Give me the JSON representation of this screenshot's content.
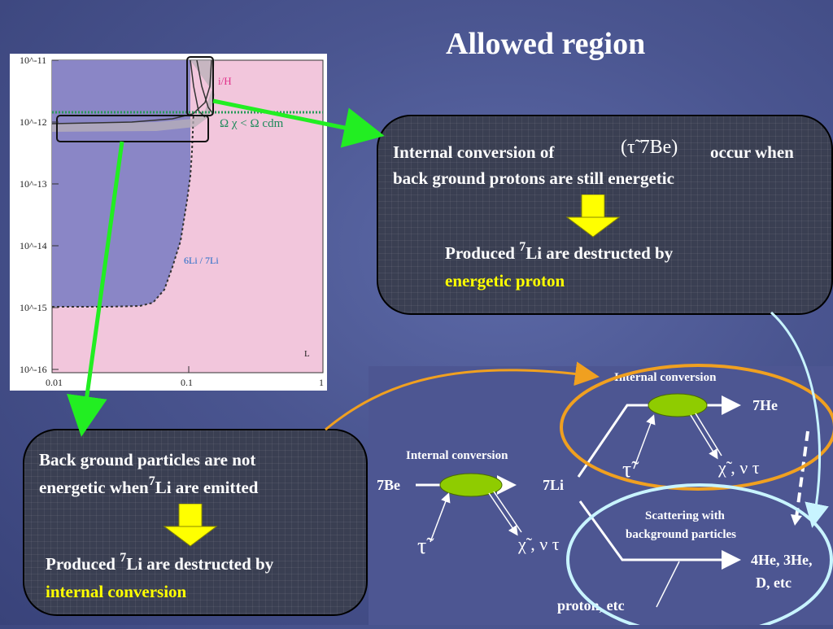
{
  "slide": {
    "title": "Allowed region"
  },
  "plot": {
    "y_ticks": [
      "10^-11",
      "10^-12",
      "10^-13",
      "10^-14",
      "10^-15",
      "10^-16"
    ],
    "x_ticks": [
      "0.01",
      "0.1",
      "1"
    ],
    "label_li_h": "i/H",
    "label_omega": "Ω χ < Ω cdm",
    "label_li6_li7": "6Li / 7Li",
    "corner_label": "L"
  },
  "callout_top": {
    "line1": "Internal conversion of",
    "formula": "(τ̃ 7Be)",
    "line1_end": "occur when",
    "line2": "back ground protons are still energetic",
    "result_prefix": "Produced",
    "result_sup": "7",
    "result_suffix": "Li are destructed by",
    "result_highlight": "energetic proton"
  },
  "callout_bottom": {
    "line1": "Back ground particles are not",
    "line2_prefix": "energetic when",
    "line2_sup": "7",
    "line2_suffix": "Li are emitted",
    "result_prefix": "Produced",
    "result_sup": "7",
    "result_suffix": "Li are destructed by",
    "result_highlight": "internal conversion"
  },
  "diagram": {
    "ic_label_left": "Internal conversion",
    "be7": "7Be",
    "li7": "7Li",
    "stau": "τ̃",
    "products": "χ̃ , ν τ",
    "ic_label_top": "Internal conversion",
    "he7": "7He",
    "scattering_line1": "Scattering with",
    "scattering_line2": "background particles",
    "he_products": "4He, 3He,",
    "d_etc": "D, etc",
    "proton_etc": "proton, etc"
  },
  "colors": {
    "green_arrow": "#22ee22",
    "orange_arrow": "#f0a020",
    "cyan_arrow": "#c8f4ff",
    "highlight": "#ffff00",
    "plot_pink": "#f2c6dc",
    "plot_purple": "#8a86c6",
    "blob_green": "#8fcc00"
  }
}
